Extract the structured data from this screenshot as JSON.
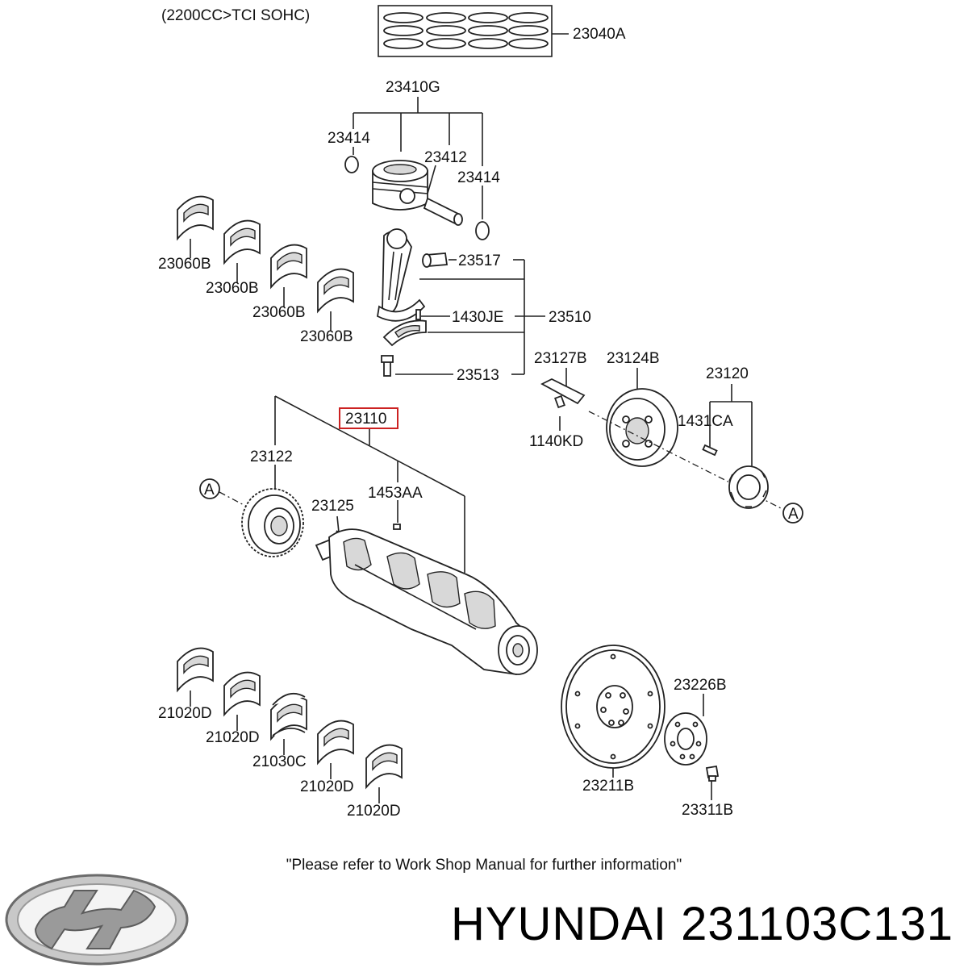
{
  "diagram": {
    "engine_spec": "(2200CC>TCI SOHC)",
    "highlight_color": "#cc2222",
    "labels": {
      "piston_ring_set": "23040A",
      "piston_assy": "23410G",
      "snap_ring_left": "23414",
      "piston_pin": "23412",
      "snap_ring_right": "23414",
      "upper_bearing_1": "23060B",
      "upper_bearing_2": "23060B",
      "upper_bearing_3": "23060B",
      "upper_bearing_4": "23060B",
      "rod_bushing": "23517",
      "rod_dowel": "1430JE",
      "connecting_rod_assy": "23510",
      "rod_bolt": "23513",
      "pulley_bolt": "23127B",
      "damper_pulley": "23124B",
      "sprocket_assy": "23120",
      "woodruff_key": "1431CA",
      "washer_bolt": "1140KD",
      "crankshaft": "23110",
      "crank_gear": "23122",
      "crank_key": "23125",
      "crank_pin": "1453AA",
      "ref_left": "A",
      "ref_right": "A",
      "main_bearing_1": "21020D",
      "main_bearing_2": "21020D",
      "thrust_bearing": "21030C",
      "main_bearing_3": "21020D",
      "main_bearing_4": "21020D",
      "drive_plate_adapter": "23226B",
      "drive_plate": "23211B",
      "drive_plate_bolt": "23311B"
    },
    "note": "\"Please refer to Work Shop Manual for further information\"",
    "brand_text": "HYUNDAI 231103C131",
    "logo": "hyundai-logo"
  }
}
